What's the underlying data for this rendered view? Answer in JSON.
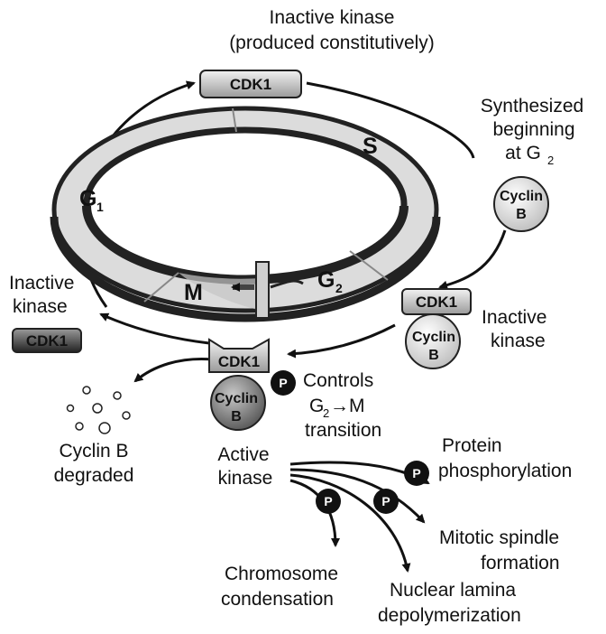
{
  "labels": {
    "top_line1": "Inactive kinase",
    "top_line2": "(produced constitutively)",
    "synth_line1": "Synthesized",
    "synth_line2": "beginning",
    "synth_line3": "at G",
    "synth_sub": "2",
    "inactive_left_line1": "Inactive",
    "inactive_left_line2": "kinase",
    "inactive_right_line1": "Inactive",
    "inactive_right_line2": "kinase",
    "controls_line1": "Controls",
    "controls_line2_pre": "G",
    "controls_line2_sub": "2",
    "controls_line2_post": "→M",
    "controls_line3": "transition",
    "degraded_line1": "Cyclin B",
    "degraded_line2": "degraded",
    "active_line1": "Active",
    "active_line2": "kinase",
    "protein_line1": "Protein",
    "protein_line2": "phosphorylation",
    "spindle_line1": "Mitotic spindle",
    "spindle_line2": "formation",
    "lamina_line1": "Nuclear lamina",
    "lamina_line2": "depolymerization",
    "chromo_line1": "Chromosome",
    "chromo_line2": "condensation"
  },
  "phases": {
    "s": "S",
    "g1": "G",
    "g1_sub": "1",
    "m": "M",
    "g2": "G",
    "g2_sub": "2"
  },
  "molecules": {
    "cdk1": "CDK1",
    "cyclin_line1": "Cyclin",
    "cyclin_line2": "B",
    "phosphate": "P"
  },
  "colors": {
    "ring_outer": "#222222",
    "ring_fill": "#dcdcdc",
    "cyclin_light": "#e6e6e6",
    "cyclin_dark": "#8a8a8a",
    "phosphate": "#111111"
  }
}
